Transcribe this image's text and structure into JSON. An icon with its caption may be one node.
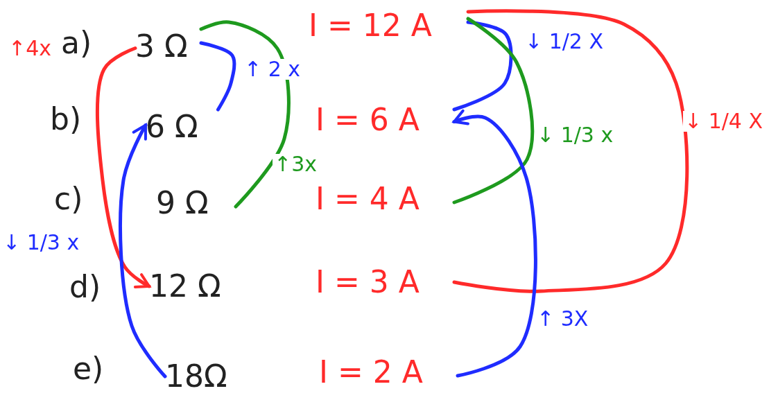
{
  "diagram": {
    "nodes": [
      {
        "text": [
          "3 Ω"
        ]
      },
      {
        "text": [
          "6 Ω"
        ]
      },
      {
        "text": [
          "9 Ω"
        ]
      },
      {
        "text": [
          "12 Ω"
        ]
      },
      {
        "text": [
          "18Ω"
        ]
      },
      {
        "text": [
          "I = 12 A"
        ]
      },
      {
        "text": [
          "I = 6 A"
        ]
      },
      {
        "text": [
          "I = 4 A"
        ]
      },
      {
        "text": [
          "I = 3 A"
        ]
      },
      {
        "text": [
          "I = 2 A"
        ]
      }
    ],
    "edges": [
      {
        "from": 0,
        "to": 3,
        "arrow": "to",
        "label": "↑4x",
        "color": "#ff2a2a"
      },
      {
        "from": 0,
        "to": 1,
        "arrow": "none",
        "label": "↑ 2 x",
        "color": "#1f2cff"
      },
      {
        "from": 0,
        "to": 2,
        "arrow": "none",
        "label": "↑3x",
        "color": "#1e9a1e"
      },
      {
        "from": 4,
        "to": 1,
        "arrow": "to",
        "label": "↓ 1/3 x",
        "color": "#1f2cff"
      },
      {
        "from": 5,
        "to": 6,
        "arrow": "none",
        "label": "↓ 1/2 X",
        "color": "#1f2cff"
      },
      {
        "from": 5,
        "to": 7,
        "arrow": "none",
        "label": "↓ 1/3 x",
        "color": "#1e9a1e"
      },
      {
        "from": 5,
        "to": 8,
        "arrow": "none",
        "label": "↓ 1/4 X",
        "color": "#ff2a2a"
      },
      {
        "from": 9,
        "to": 6,
        "arrow": "to",
        "label": "↑ 3X",
        "color": "#1f2cff"
      }
    ],
    "labels": [
      "a)",
      "b)",
      "c)",
      "d)",
      "e)"
    ]
  }
}
